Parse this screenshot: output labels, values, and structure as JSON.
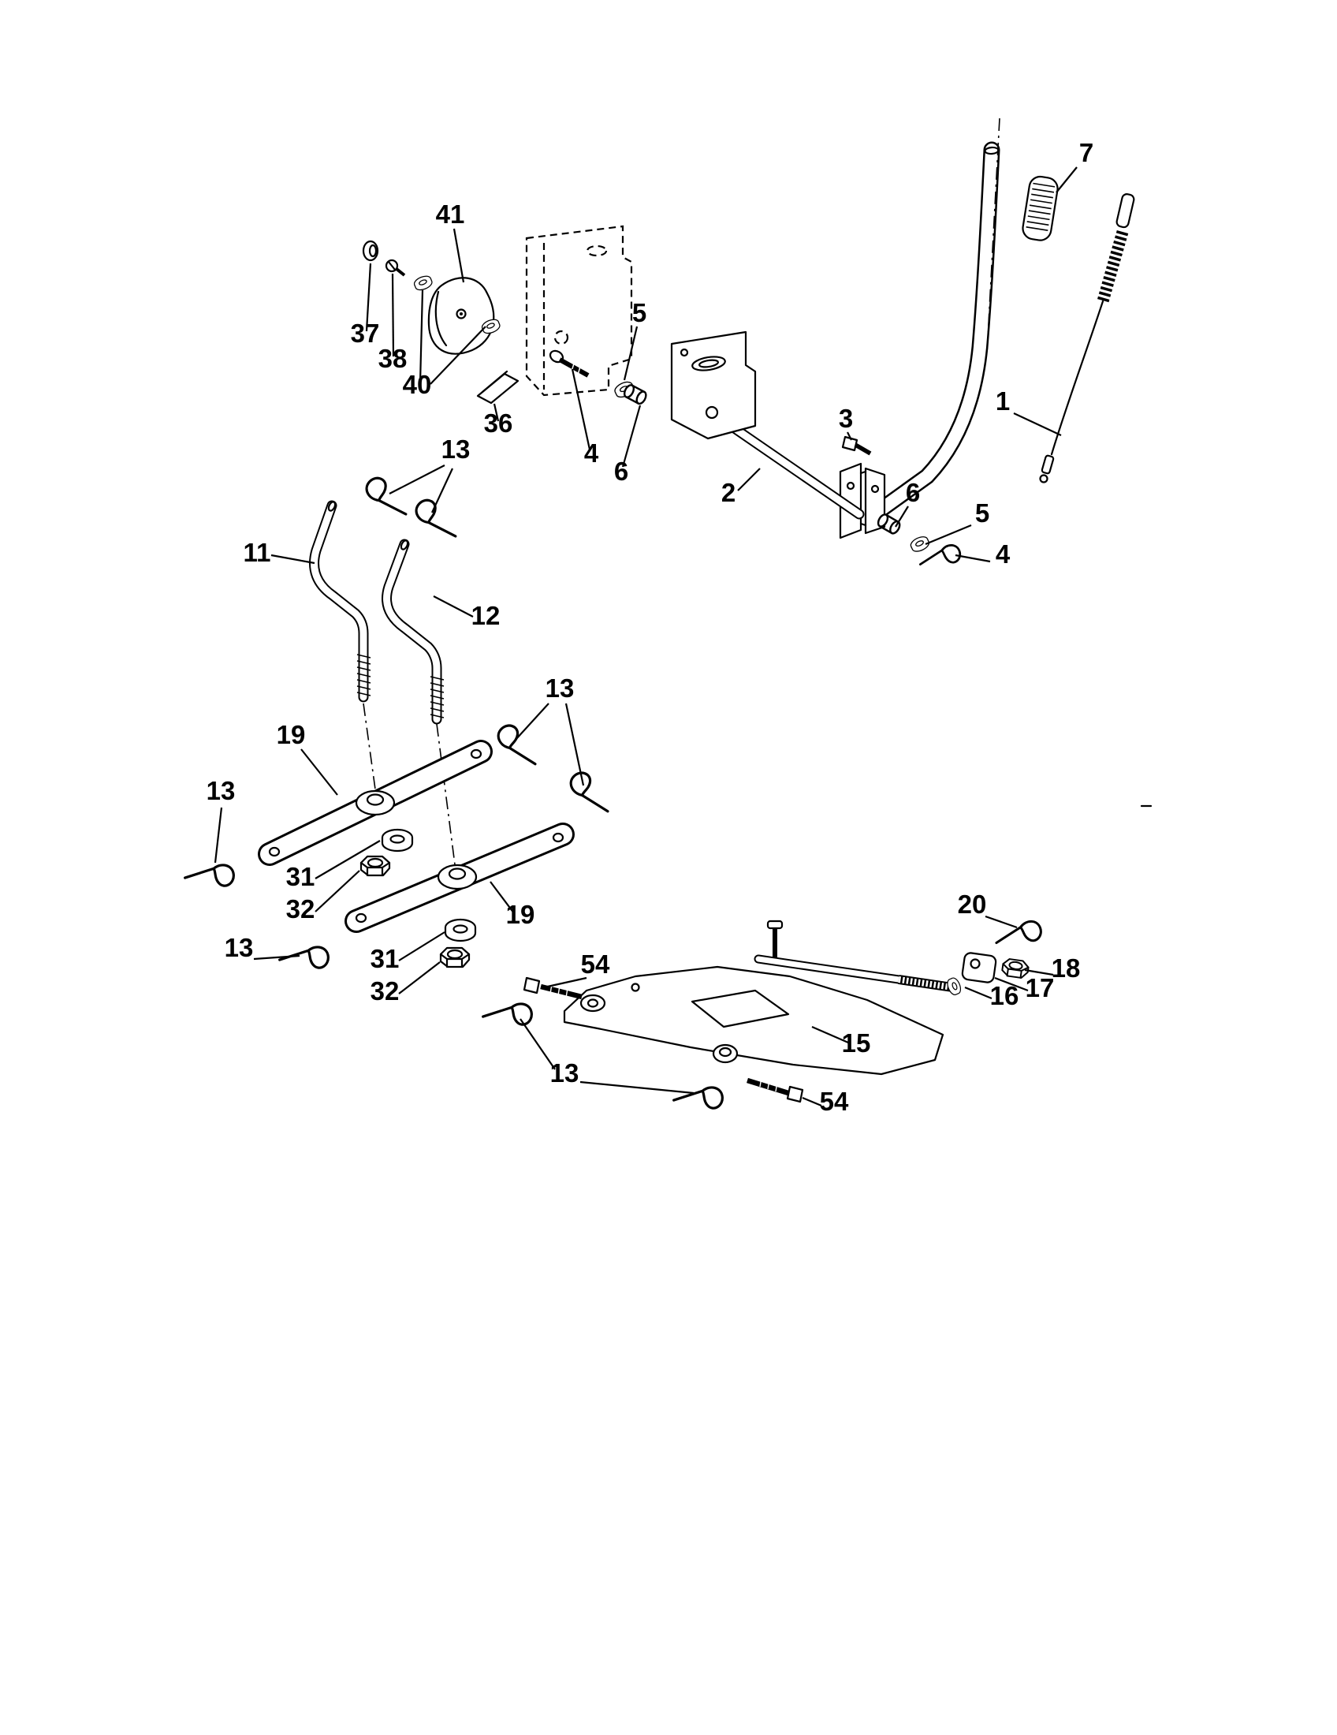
{
  "page": {
    "background_color": "#ffffff",
    "line_color": "#000000"
  },
  "diagram": {
    "kind": "exploded-parts-diagram",
    "callouts": {
      "c7": "7",
      "c1": "1",
      "c3": "3",
      "c2": "2",
      "c41": "41",
      "c37": "37",
      "c38": "38",
      "c40": "40",
      "c36": "36",
      "c5a": "5",
      "c4a": "4",
      "c6a": "6",
      "c6b": "6",
      "c5b": "5",
      "c4b": "4",
      "c13a": "13",
      "c11": "11",
      "c12": "12",
      "c13b": "13",
      "c19a": "19",
      "c13c": "13",
      "c31a": "31",
      "c32a": "32",
      "c19b": "19",
      "c13d": "13",
      "c31b": "31",
      "c32b": "32",
      "c54a": "54",
      "c13e": "13",
      "c54b": "54",
      "c15": "15",
      "c20": "20",
      "c18": "18",
      "c17": "17",
      "c16": "16"
    }
  }
}
